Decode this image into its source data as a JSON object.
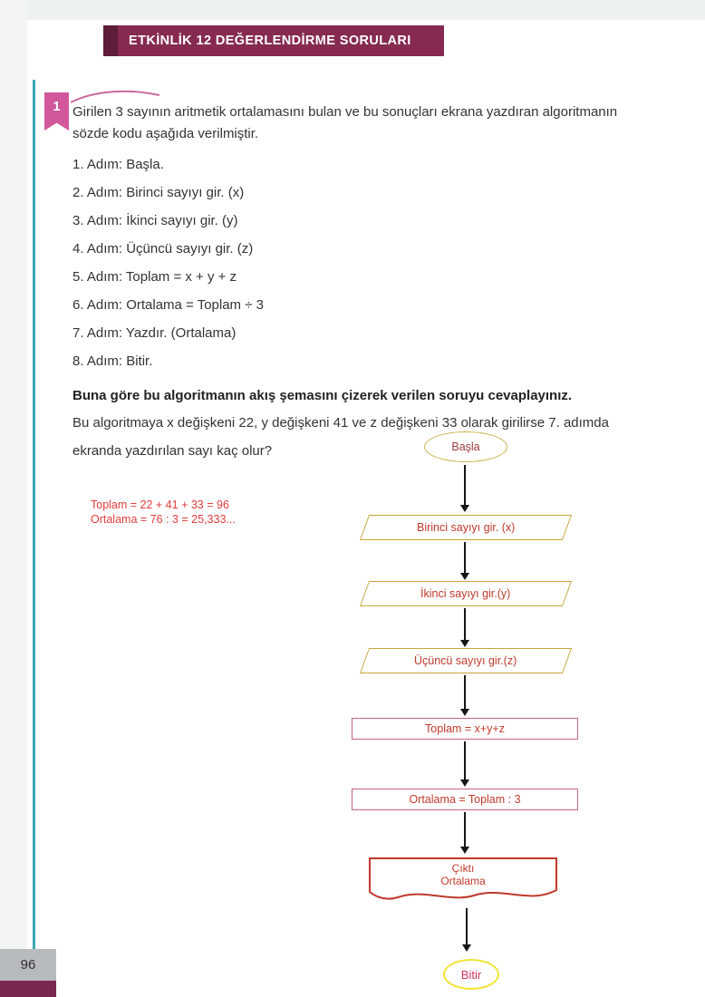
{
  "header": {
    "title": "ETKİNLİK 12 DEĞERLENDİRME SORULARI"
  },
  "question": {
    "number": "1",
    "intro": "Girilen 3 sayının aritmetik ortalamasını bulan ve bu sonuçları ekrana yazdıran algoritmanın sözde kodu aşağıda verilmiştir.",
    "steps": [
      "1. Adım: Başla.",
      "2. Adım: Birinci sayıyı gir. (x)",
      "3. Adım: İkinci sayıyı gir. (y)",
      "4. Adım: Üçüncü sayıyı gir. (z)",
      "5. Adım: Toplam = x + y + z",
      "6. Adım: Ortalama = Toplam ÷ 3",
      "7. Adım: Yazdır. (Ortalama)",
      "8. Adım: Bitir."
    ],
    "prompt": "Buna göre bu algoritmanın akış şemasını çizerek verilen soruyu cevaplayınız.",
    "question_text": "Bu algoritmaya x değişkeni 22, y değişkeni 41 ve z değişkeni 33 olarak girilirse 7. adımda ekranda yazdırılan sayı kaç olur?",
    "answer_lines": [
      "Toplam = 22 + 41 + 33 = 96",
      "Ortalama = 76 : 3 = 25,333..."
    ]
  },
  "flowchart": {
    "start": "Başla",
    "input1": "Birinci sayıyı gir. (x)",
    "input2": "İkinci sayıyı gir.(y)",
    "input3": "Üçüncü sayıyı gir.(z)",
    "process1": "Toplam = x+y+z",
    "process2": "Ortalama = Toplam : 3",
    "output_line1": "Çıktı",
    "output_line2": "Ortalama",
    "end": "Bitir"
  },
  "footer": {
    "page_number": "96"
  },
  "colors": {
    "banner": "#862a52",
    "banner_dark": "#5e1d3a",
    "accent_teal": "#3aa9b4",
    "badge_pink": "#d1589a",
    "flow_gold": "#c8a63c",
    "flow_pink": "#c4628c",
    "flow_red": "#c0392b",
    "end_yellow": "#f2e332",
    "answer_red": "#e23c3c"
  }
}
